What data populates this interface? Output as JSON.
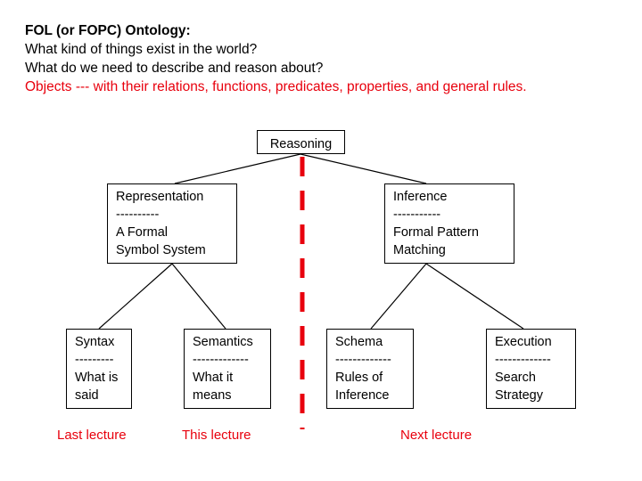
{
  "header": {
    "lines": [
      {
        "text": "FOL (or FOPC) Ontology:",
        "style": "bold"
      },
      {
        "text": "What kind of things exist in the world?",
        "style": "plain"
      },
      {
        "text": "What do we need to describe and reason about?",
        "style": "plain"
      },
      {
        "text": "Objects --- with their relations, functions, predicates, properties, and general rules.",
        "style": "red"
      }
    ]
  },
  "diagram": {
    "root": {
      "title": "Reasoning"
    },
    "level2": [
      {
        "title": "Representation",
        "rule": "----------",
        "body1": "A Formal",
        "body2": "Symbol System"
      },
      {
        "title": "Inference",
        "rule": "-----------",
        "body1": "Formal Pattern",
        "body2": "Matching"
      }
    ],
    "level3": [
      {
        "title": "Syntax",
        "rule": "---------",
        "body1": "What is",
        "body2": "said"
      },
      {
        "title": "Semantics",
        "rule": "-------------",
        "body1": "What it",
        "body2": "means"
      },
      {
        "title": "Schema",
        "rule": "-------------",
        "body1": "Rules of",
        "body2": "Inference"
      },
      {
        "title": "Execution",
        "rule": "-------------",
        "body1": "Search",
        "body2": "Strategy"
      }
    ],
    "captions": [
      {
        "text": "Last lecture"
      },
      {
        "text": "This lecture"
      },
      {
        "text": "Next lecture"
      }
    ],
    "colors": {
      "accent_red": "#e8000d",
      "line": "#000000",
      "box_fill": "#ffffff"
    },
    "divider": {
      "name": "red-dashed-divider",
      "color": "#e8000d"
    }
  }
}
